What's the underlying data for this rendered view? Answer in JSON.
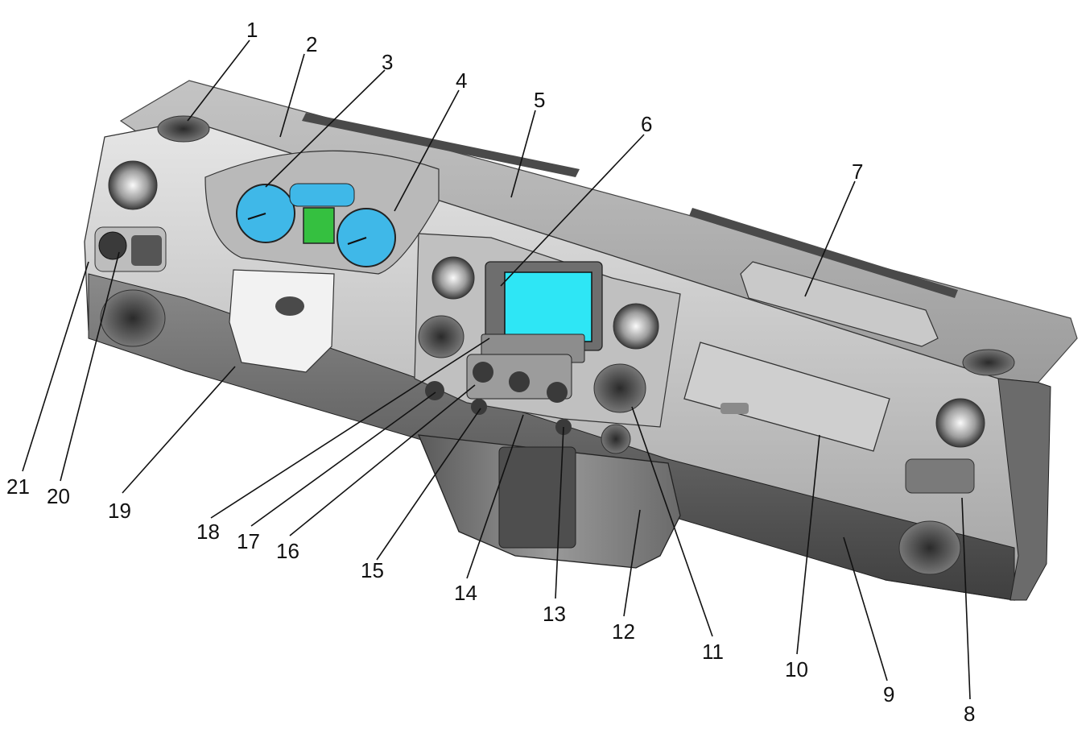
{
  "callouts": [
    {
      "id": "c1",
      "label": "1"
    },
    {
      "id": "c2",
      "label": "2"
    },
    {
      "id": "c3",
      "label": "3"
    },
    {
      "id": "c4",
      "label": "4"
    },
    {
      "id": "c5",
      "label": "5"
    },
    {
      "id": "c6",
      "label": "6"
    },
    {
      "id": "c7",
      "label": "7"
    },
    {
      "id": "c8",
      "label": "8"
    },
    {
      "id": "c9",
      "label": "9"
    },
    {
      "id": "c10",
      "label": "10"
    },
    {
      "id": "c11",
      "label": "11"
    },
    {
      "id": "c12",
      "label": "12"
    },
    {
      "id": "c13",
      "label": "13"
    },
    {
      "id": "c14",
      "label": "14"
    },
    {
      "id": "c15",
      "label": "15"
    },
    {
      "id": "c16",
      "label": "16"
    },
    {
      "id": "c17",
      "label": "17"
    },
    {
      "id": "c18",
      "label": "18"
    },
    {
      "id": "c19",
      "label": "19"
    },
    {
      "id": "c20",
      "label": "20"
    },
    {
      "id": "c21",
      "label": "21"
    }
  ],
  "colors": {
    "panel_light": "#d9d9d9",
    "panel_mid": "#a9a9a9",
    "panel_dark": "#5e5e5e",
    "gauge_blue": "#3fb8e8",
    "screen_cyan": "#2ee6f5",
    "lcd_green": "#35c040",
    "outline": "#222222"
  }
}
